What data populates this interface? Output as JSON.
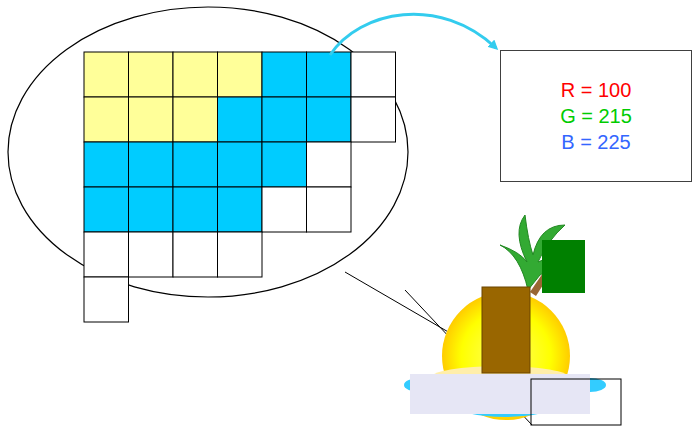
{
  "diagram": {
    "nodes": [
      {
        "text": [
          "R = 100",
          "G = 215",
          "B = 225"
        ]
      }
    ]
  }
}
